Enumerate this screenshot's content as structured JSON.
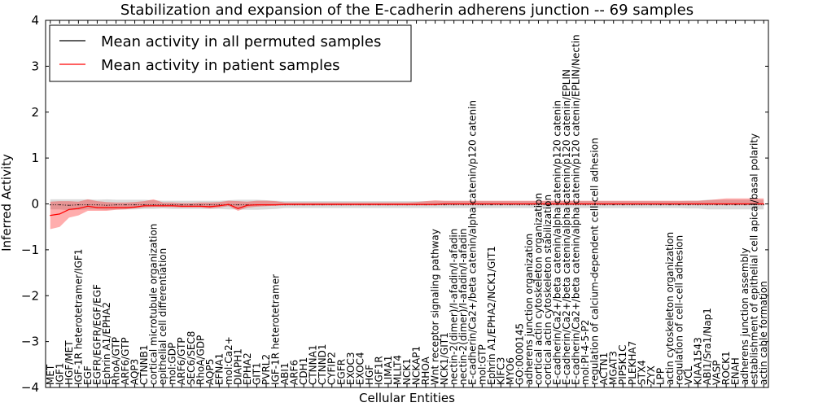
{
  "chart_data": {
    "type": "line",
    "title": "Stabilization and expansion of the E-cadherin adherens junction -- 69 samples",
    "xlabel": "Cellular Entities",
    "ylabel": "Inferred Activity",
    "ylim": [
      -4,
      4
    ],
    "yticks": [
      -4,
      -3,
      -2,
      -1,
      0,
      1,
      2,
      3,
      4
    ],
    "ytick_labels": [
      "−4",
      "−3",
      "−2",
      "−1",
      "0",
      "1",
      "2",
      "3",
      "4"
    ],
    "grid": false,
    "legend_position": "top-left",
    "categories": [
      "MET",
      "IGF1",
      "HGF/MET",
      "IGF-1R heterotetramer/IGF1",
      "EGF",
      "EGFR/EGFR/EGF/EGF",
      "Ephrin A1/EPHA2",
      "RhoA/GTP",
      "ARF6/GTP",
      "AQP3",
      "CTNNB1",
      "cortical microtubule organization",
      "epithelial cell differentiation",
      "mol:GDP",
      "ARF6/GTP",
      "SEC6/SEC8",
      "RhoA/GDP",
      "AQP5",
      "EFNA1",
      "mol:Ca2+",
      "DIAPH1",
      "EPHA2",
      "GIT1",
      "PVRL2",
      "IGF-1R heterotetramer",
      "ABI1",
      "ARF6",
      "CDH1",
      "CTNNA1",
      "CTNND1",
      "CYFIP2",
      "EGFR",
      "EXOC3",
      "EXOC4",
      "HGF",
      "IGF1R",
      "LIMA1",
      "MLLT4",
      "NCK1",
      "NCKAP1",
      "RHOA",
      "Wnt receptor signaling pathway",
      "NCK1/GIT1",
      "nectin-2(dimer)/I-afadin/I-afadin",
      "nectin-2(dimer)/I-afadin/I-afadin",
      "E-cadherin/Ca2+/beta catenin/alpha catenin/p120 catenin",
      "mol:GTP",
      "Ephrin A1/EPHA2/NCK1/GIT1",
      "KIFC3",
      "MYO6",
      "GO:0000145",
      "adherens junction organization",
      "cortical actin cytoskeleton organization",
      "cortical actin cytoskeleton stabilization",
      "E-cadherin/Ca2+/beta catenin/alpha catenin/p120 catenin",
      "E-cadherin/Ca2+/beta catenin/alpha catenin/p120 catenin/EPLIN",
      "E-cadherin/Ca2+/beta catenin/alpha catenin/p120 catenin/EPLIN/Nectin",
      "mol:PI-4-5-P2",
      "regulation of calcium-dependent cell-cell adhesion",
      "ACTN1",
      "MGAT3",
      "PIP5K1C",
      "PLEKHA7",
      "STX4",
      "ZYX",
      "LPP",
      "actin cytoskeleton organization",
      "regulation of cell-cell adhesion",
      "VCL",
      "KIAA1543",
      "ABI1/Sra1/Nap1",
      "VASP",
      "ROCK1",
      "ENAH",
      "adherens junction assembly",
      "establishment of epithelial cell apical/basal polarity",
      "actin cable formation"
    ],
    "series": [
      {
        "name": "Mean activity in all permuted samples",
        "color": "#000000",
        "style": "dotted",
        "values": [
          -0.02,
          -0.02,
          -0.03,
          -0.02,
          -0.02,
          -0.02,
          -0.03,
          -0.02,
          -0.02,
          -0.02,
          -0.02,
          -0.02,
          -0.02,
          -0.02,
          -0.02,
          -0.02,
          -0.02,
          -0.02,
          -0.02,
          -0.02,
          -0.02,
          -0.02,
          -0.02,
          -0.02,
          -0.02,
          -0.02,
          -0.02,
          -0.02,
          -0.02,
          -0.02,
          -0.02,
          -0.02,
          -0.02,
          -0.02,
          -0.02,
          -0.02,
          -0.02,
          -0.02,
          -0.02,
          -0.02,
          -0.02,
          -0.02,
          -0.02,
          -0.02,
          -0.02,
          -0.02,
          -0.02,
          -0.02,
          -0.02,
          -0.02,
          -0.02,
          -0.02,
          -0.02,
          -0.02,
          -0.02,
          -0.02,
          -0.02,
          -0.02,
          -0.02,
          -0.02,
          -0.02,
          -0.02,
          -0.02,
          -0.02,
          -0.02,
          -0.02,
          -0.02,
          -0.02,
          -0.02,
          -0.02,
          -0.02,
          -0.02,
          -0.02,
          -0.02,
          -0.02,
          -0.02,
          -0.02
        ],
        "lower": [
          -0.12,
          -0.12,
          -0.14,
          -0.13,
          -0.12,
          -0.12,
          -0.13,
          -0.12,
          -0.12,
          -0.12,
          -0.11,
          -0.11,
          -0.1,
          -0.11,
          -0.11,
          -0.11,
          -0.11,
          -0.11,
          -0.11,
          -0.12,
          -0.12,
          -0.13,
          -0.13,
          -0.12,
          -0.11,
          -0.09,
          -0.09,
          -0.09,
          -0.09,
          -0.09,
          -0.09,
          -0.09,
          -0.09,
          -0.09,
          -0.09,
          -0.09,
          -0.09,
          -0.09,
          -0.09,
          -0.09,
          -0.09,
          -0.09,
          -0.09,
          -0.09,
          -0.09,
          -0.09,
          -0.09,
          -0.09,
          -0.09,
          -0.09,
          -0.09,
          -0.09,
          -0.09,
          -0.09,
          -0.09,
          -0.09,
          -0.09,
          -0.09,
          -0.09,
          -0.09,
          -0.09,
          -0.09,
          -0.09,
          -0.09,
          -0.09,
          -0.09,
          -0.09,
          -0.09,
          -0.1,
          -0.1,
          -0.12,
          -0.12,
          -0.12,
          -0.12,
          -0.12,
          -0.12,
          -0.12
        ],
        "upper": [
          0.1,
          0.1,
          0.1,
          0.1,
          0.1,
          0.09,
          0.1,
          0.09,
          0.09,
          0.09,
          0.09,
          0.08,
          0.07,
          0.07,
          0.07,
          0.07,
          0.07,
          0.07,
          0.07,
          0.08,
          0.09,
          0.09,
          0.09,
          0.08,
          0.07,
          0.06,
          0.06,
          0.06,
          0.06,
          0.06,
          0.06,
          0.06,
          0.06,
          0.06,
          0.06,
          0.06,
          0.06,
          0.06,
          0.06,
          0.06,
          0.06,
          0.06,
          0.06,
          0.06,
          0.06,
          0.06,
          0.06,
          0.06,
          0.06,
          0.06,
          0.06,
          0.06,
          0.06,
          0.06,
          0.06,
          0.06,
          0.06,
          0.06,
          0.06,
          0.06,
          0.06,
          0.06,
          0.06,
          0.06,
          0.06,
          0.06,
          0.06,
          0.06,
          0.07,
          0.07,
          0.09,
          0.09,
          0.09,
          0.09,
          0.09,
          0.09,
          0.09
        ]
      },
      {
        "name": "Mean activity in patient samples",
        "color": "#ff0000",
        "style": "solid",
        "values": [
          -0.25,
          -0.22,
          -0.12,
          -0.1,
          -0.05,
          -0.08,
          -0.08,
          -0.08,
          -0.08,
          -0.07,
          -0.04,
          -0.04,
          -0.04,
          -0.04,
          -0.05,
          -0.05,
          -0.05,
          -0.06,
          -0.04,
          -0.01,
          -0.1,
          -0.03,
          -0.02,
          -0.02,
          -0.02,
          -0.01,
          -0.01,
          -0.01,
          -0.01,
          -0.01,
          -0.01,
          -0.01,
          -0.01,
          -0.01,
          -0.01,
          -0.01,
          -0.01,
          -0.01,
          -0.01,
          -0.01,
          -0.01,
          -0.01,
          0.0,
          0.0,
          0.0,
          0.0,
          0.0,
          0.0,
          0.0,
          0.0,
          0.0,
          0.0,
          0.0,
          0.0,
          0.0,
          0.0,
          0.0,
          0.0,
          0.0,
          0.0,
          0.0,
          0.0,
          0.0,
          0.0,
          0.0,
          0.0,
          0.0,
          0.0,
          0.0,
          0.0,
          0.0,
          0.0,
          0.0,
          0.0,
          0.0,
          0.0,
          0.0
        ],
        "lower": [
          -0.55,
          -0.5,
          -0.3,
          -0.25,
          -0.15,
          -0.15,
          -0.15,
          -0.13,
          -0.12,
          -0.1,
          -0.08,
          -0.07,
          -0.07,
          -0.07,
          -0.08,
          -0.08,
          -0.08,
          -0.1,
          -0.08,
          -0.05,
          -0.15,
          -0.08,
          -0.06,
          -0.05,
          -0.04,
          -0.03,
          -0.03,
          -0.03,
          -0.03,
          -0.03,
          -0.03,
          -0.03,
          -0.03,
          -0.03,
          -0.03,
          -0.03,
          -0.03,
          -0.03,
          -0.03,
          -0.03,
          -0.03,
          -0.03,
          -0.02,
          -0.02,
          -0.02,
          -0.02,
          -0.02,
          -0.02,
          -0.02,
          -0.02,
          -0.02,
          -0.02,
          -0.02,
          -0.02,
          -0.02,
          -0.02,
          -0.02,
          -0.02,
          -0.02,
          -0.02,
          -0.02,
          -0.02,
          -0.02,
          -0.02,
          -0.02,
          -0.02,
          -0.02,
          -0.02,
          -0.02,
          -0.02,
          -0.02,
          -0.02,
          -0.02,
          -0.02,
          -0.02,
          -0.02,
          -0.02
        ],
        "upper": [
          0.05,
          0.06,
          0.06,
          0.05,
          0.1,
          0.06,
          0.04,
          0.03,
          0.03,
          0.04,
          0.06,
          0.1,
          0.03,
          0.03,
          0.02,
          0.02,
          0.03,
          0.03,
          0.04,
          0.07,
          0.06,
          0.05,
          0.07,
          0.07,
          0.06,
          0.03,
          0.03,
          0.03,
          0.03,
          0.03,
          0.03,
          0.03,
          0.03,
          0.03,
          0.03,
          0.03,
          0.03,
          0.03,
          0.03,
          0.04,
          0.06,
          0.08,
          0.07,
          0.07,
          0.07,
          0.07,
          0.07,
          0.07,
          0.07,
          0.07,
          0.07,
          0.07,
          0.07,
          0.07,
          0.07,
          0.07,
          0.07,
          0.07,
          0.07,
          0.07,
          0.07,
          0.07,
          0.07,
          0.07,
          0.07,
          0.07,
          0.07,
          0.07,
          0.07,
          0.07,
          0.08,
          0.1,
          0.12,
          0.12,
          0.12,
          0.12,
          0.12
        ]
      }
    ]
  }
}
